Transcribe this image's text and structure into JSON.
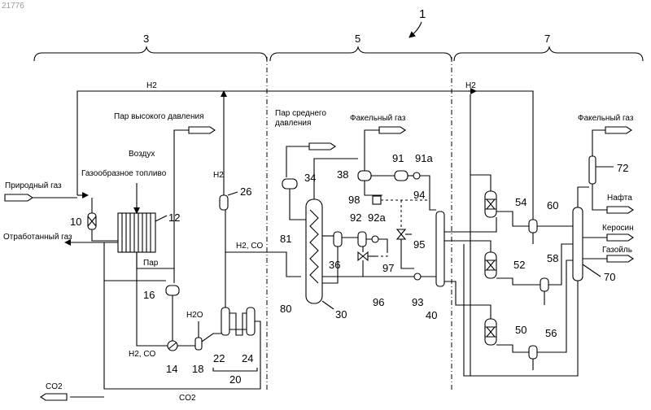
{
  "doc_id": "21776",
  "system_number": "1",
  "sections": {
    "s3": "3",
    "s5": "5",
    "s7": "7"
  },
  "streams": {
    "h2_top": "H2",
    "h2_right": "H2",
    "h2_vertical": "H2",
    "h2co_mid": "H2, CO",
    "h2co_low": "H2, CO",
    "h2o": "H2O",
    "co2_left": "CO2",
    "co2_bottom": "CO2"
  },
  "inputs": {
    "natural_gas": "Природный газ",
    "flue_gas": "Отработанный газ",
    "hp_steam": "Пар высокого давления",
    "air": "Воздух",
    "fuel_gas": "Газообразное топливо",
    "steam": "Пар",
    "mp_steam_line1": "Пар среднего",
    "mp_steam_line2": "давления",
    "flare_gas_mid": "Факельный газ",
    "flare_gas_right": "Факельный газ"
  },
  "products": {
    "naphtha": "Нафта",
    "kerosene": "Керосин",
    "gasoil": "Газойль"
  },
  "refs": {
    "r10": "10",
    "r12": "12",
    "r14": "14",
    "r16": "16",
    "r18": "18",
    "r20": "20",
    "r22": "22",
    "r24": "24",
    "r26": "26",
    "r30": "30",
    "r34": "34",
    "r36": "36",
    "r38": "38",
    "r40": "40",
    "r50": "50",
    "r52": "52",
    "r54": "54",
    "r56": "56",
    "r58": "58",
    "r60": "60",
    "r70": "70",
    "r72": "72",
    "r80": "80",
    "r81": "81",
    "r91": "91",
    "r91a": "91a",
    "r92": "92",
    "r92a": "92a",
    "r93": "93",
    "r94": "94",
    "r95": "95",
    "r96": "96",
    "r97": "97",
    "r98": "98"
  }
}
